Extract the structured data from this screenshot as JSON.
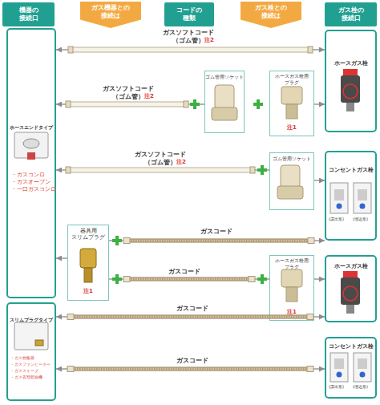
{
  "diagram": {
    "nodes": [
      {
        "text": [
          "機器の 接続口"
        ]
      },
      {
        "text": [
          "ガス機器との 接続は"
        ]
      },
      {
        "text": [
          "コードの 種類"
        ]
      },
      {
        "text": [
          "ガス栓との 接続は"
        ]
      },
      {
        "text": [
          "ガス栓の 接続口"
        ]
      },
      {
        "text": [
          "ホースエンドタイプ",
          "・ガスコンロ",
          "・ガスオーブン",
          "・一口ガスコンロ"
        ]
      },
      {
        "text": [
          "ホースガス栓"
        ]
      },
      {
        "text": [
          "ゴム管用ソケット"
        ]
      },
      {
        "text": [
          "ホースガス栓用 プラグ",
          "注1"
        ]
      },
      {
        "text": [
          "ゴム管用ソケット"
        ]
      },
      {
        "text": [
          "コンセントガス栓"
        ]
      },
      {
        "text": [
          "器具用 スリムプラグ",
          "注1"
        ]
      },
      {
        "text": [
          "ホースガス栓用 プラグ",
          "注1"
        ]
      },
      {
        "text": [
          "ホースガス栓"
        ]
      },
      {
        "text": [
          "スリムプラグタイプ",
          "・ガス炊飯器",
          "・ガスファンヒーター",
          "・ガスストーブ",
          "・ガス衣類乾燥機"
        ]
      },
      {
        "text": [
          "コンセントガス栓"
        ]
      }
    ],
    "edges": [
      {
        "from": 5,
        "to": 6,
        "arrow": "both",
        "label": "ガスソフトコード （ゴム管）"
      },
      {
        "from": 7,
        "to": 5,
        "arrow": "to",
        "label": "ガスソフトコード （ゴム管）"
      },
      {
        "from": 8,
        "to": 6,
        "arrow": "to"
      },
      {
        "from": 9,
        "to": 5,
        "arrow": "to",
        "label": "ガスソフトコード （ゴム管）"
      },
      {
        "from": 9,
        "to": 10,
        "arrow": "to"
      },
      {
        "from": 11,
        "to": 5,
        "arrow": "to"
      },
      {
        "from": 11,
        "to": 10,
        "arrow": "to",
        "label": "ガスコード"
      },
      {
        "from": 11,
        "to": 12,
        "arrow": "none",
        "label": "ガスコード"
      },
      {
        "from": 12,
        "to": 13,
        "arrow": "to"
      },
      {
        "from": 14,
        "to": 13,
        "arrow": "both",
        "label": "ガスコード"
      },
      {
        "from": 14,
        "to": 15,
        "arrow": "both",
        "label": "ガスコード"
      }
    ],
    "labels": [
      "注2",
      "注2",
      "注2",
      "(露出形)",
      "(埋込形)",
      "(露出形)",
      "(埋込形)"
    ]
  }
}
